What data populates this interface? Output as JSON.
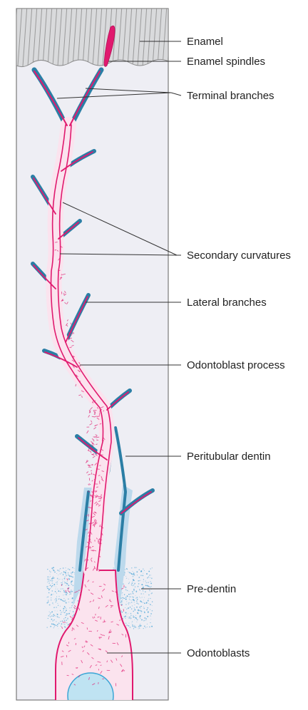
{
  "labels": {
    "enamel": "Enamel",
    "enamel_spindles": "Enamel spindles",
    "terminal_branches": "Terminal branches",
    "secondary_curvatures": "Secondary curvatures",
    "lateral_branches": "Lateral branches",
    "odontoblast_process": "Odontoblast process",
    "peritubular_dentin": "Peritubular dentin",
    "pre_dentin": "Pre-dentin",
    "odontoblasts": "Odontoblasts"
  },
  "colors": {
    "panel_background": "#eeeef4",
    "panel_border": "#7a7a7a",
    "enamel_fill": "#d9dadc",
    "enamel_stripe": "#8a8a8a",
    "spindle": "#e0196e",
    "peritubular_dark": "#2b7ea5",
    "peritubular_light": "#bcd9ec",
    "process_pink": "#e0196e",
    "process_fill": "#fbe3ee",
    "predentin_dots": "#4aa4d6",
    "nucleus_fill": "#bfe3f2",
    "nucleus_stroke": "#3aa6d6",
    "leader_line": "#333333"
  }
}
